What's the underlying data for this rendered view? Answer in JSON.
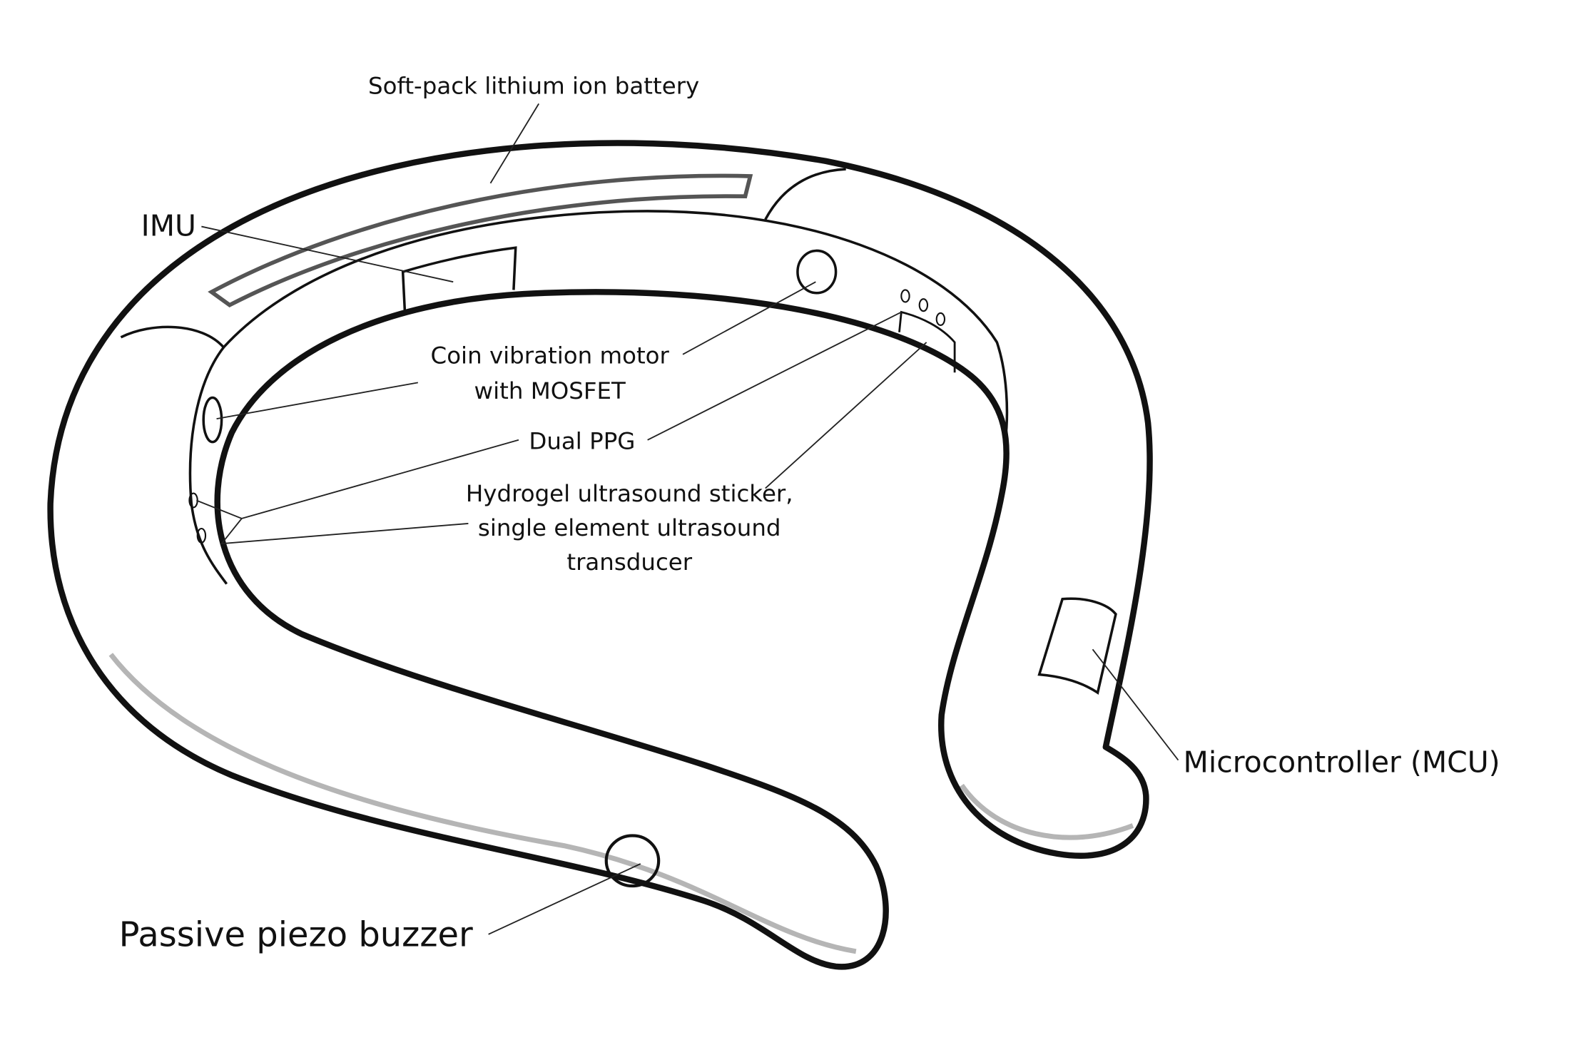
{
  "labels": {
    "battery": "Soft-pack lithium ion battery",
    "imu": "IMU",
    "motor_line1": "Coin vibration motor",
    "motor_line2": "with MOSFET",
    "ppg": "Dual PPG",
    "us_line1": "Hydrogel ultrasound sticker,",
    "us_line2": "single element ultrasound",
    "us_line3": "transducer",
    "mcu": "Microcontroller (MCU)",
    "buzzer": "Passive piezo buzzer"
  },
  "colors": {
    "outline": "#111111",
    "shadow": "#b0b0b0",
    "battery": "#555555"
  }
}
